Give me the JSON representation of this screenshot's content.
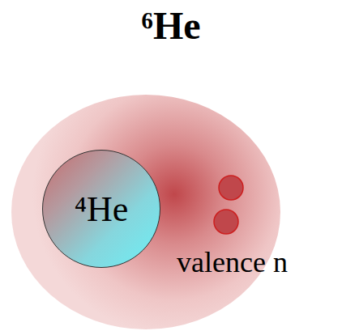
{
  "diagram": {
    "title": "⁶He",
    "nodes": [
      {
        "text": [
          "⁴He"
        ]
      }
    ],
    "labels": [
      "valence n"
    ]
  }
}
